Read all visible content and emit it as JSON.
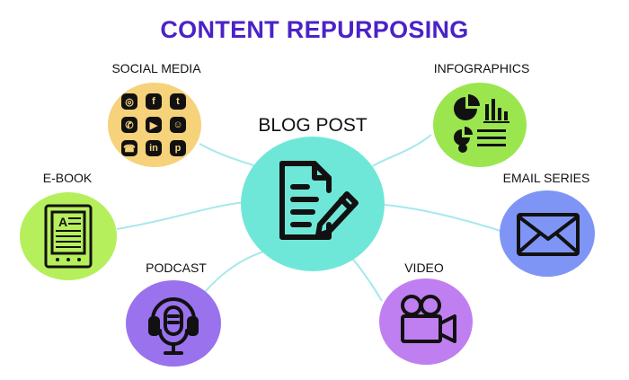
{
  "title": "CONTENT REPURPOSING",
  "center": {
    "label": "BLOG POST",
    "color": "#6fe7d8",
    "icon": "document-pencil-icon"
  },
  "nodes": [
    {
      "id": "social-media",
      "label": "SOCIAL MEDIA",
      "color": "#f6d27b",
      "icon": "social-media-apps-icon",
      "apps": [
        "instagram",
        "facebook",
        "twitter",
        "whatsapp",
        "youtube",
        "snapchat",
        "phone",
        "linkedin",
        "pinterest"
      ],
      "app_glyphs": [
        "◎",
        "f",
        "t",
        "✆",
        "▶",
        "☺",
        "☎",
        "in",
        "p"
      ]
    },
    {
      "id": "infographics",
      "label": "INFOGRAPHICS",
      "color": "#9be64f",
      "icon": "charts-icon"
    },
    {
      "id": "e-book",
      "label": "E-BOOK",
      "color": "#b6ef5c",
      "icon": "ereader-icon",
      "glyph": "A"
    },
    {
      "id": "email-series",
      "label": "EMAIL SERIES",
      "color": "#7f95f5",
      "icon": "envelope-icon"
    },
    {
      "id": "podcast",
      "label": "PODCAST",
      "color": "#9a72ee",
      "icon": "headphones-microphone-icon"
    },
    {
      "id": "video",
      "label": "VIDEO",
      "color": "#c07ff0",
      "icon": "video-camera-icon"
    }
  ],
  "connector_color": "#a6e8ec"
}
